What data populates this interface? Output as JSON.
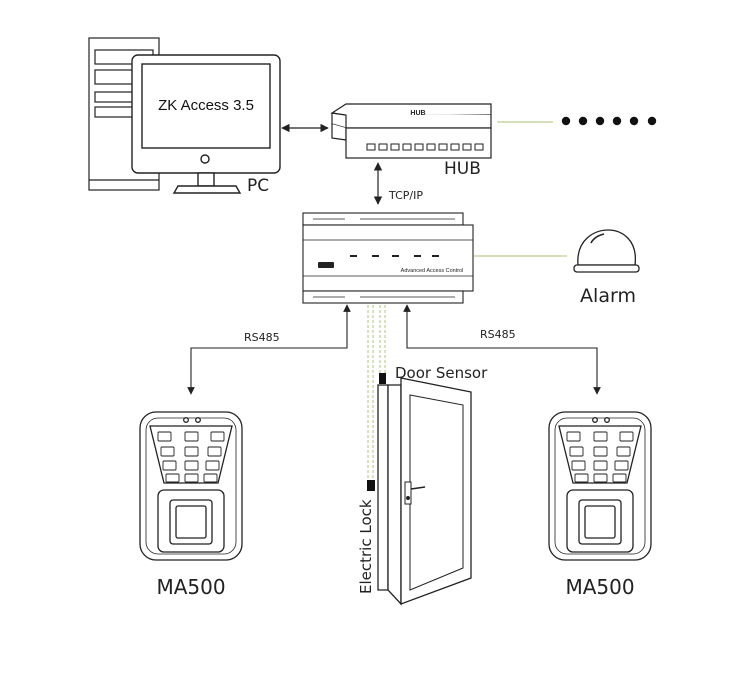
{
  "screen_text": "ZK Access 3.5",
  "labels": {
    "pc": "PC",
    "hub": "HUB",
    "hub_body": "HUB",
    "tcpip": "TCP/IP",
    "controller": "Advanced Access Control",
    "alarm": "Alarm",
    "rs485_left": "RS485",
    "rs485_right": "RS485",
    "door_sensor": "Door Sensor",
    "electric_lock": "Electric Lock",
    "reader_left": "MA500",
    "reader_right": "MA500"
  },
  "colors": {
    "line": "#222222",
    "link_green": "#c9d6a0",
    "device_fill": "#ffffff"
  }
}
